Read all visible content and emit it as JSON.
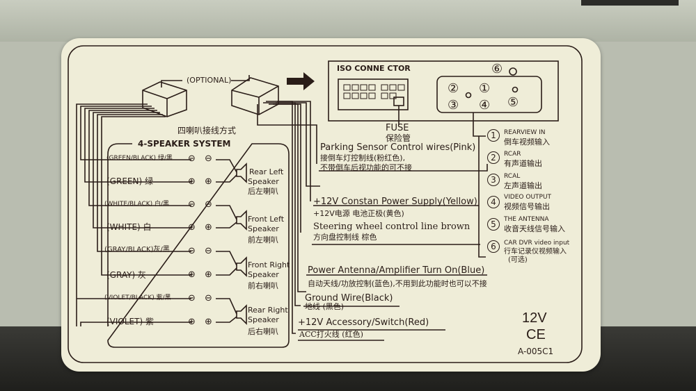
{
  "connectors": {
    "optional": "(OPTIONAL)",
    "iso": "ISO CONNE CTOR",
    "fuse_en": "FUSE",
    "fuse_cn": "保险管"
  },
  "speaker_system": {
    "title_cn": "四喇叭接线方式",
    "title_en": "4-SPEAKER SYSTEM",
    "wires": [
      "(GREEN/BLACK) 绿/黑",
      "(GREEN) 绿",
      "(WHITE/BLACK) 白/黑",
      "(WHITE) 白",
      "(GRAY/BLACK)灰/黑",
      "(GRAY) 灰",
      "(VIOLET/BLACK) 紫/黑",
      "(VIOLET) 紫"
    ],
    "minus": "⊖",
    "plus": "⊕",
    "speakers": [
      {
        "line1": "Rear Left",
        "line2": "Speaker",
        "cn": "后左喇叭"
      },
      {
        "line1": "Front Left",
        "line2": "Speaker",
        "cn": "前左喇叭"
      },
      {
        "line1": "Front Right",
        "line2": "Speaker",
        "cn": "前右喇叭"
      },
      {
        "line1": "Rear Right",
        "line2": "Speaker",
        "cn": "后右喇叭"
      }
    ]
  },
  "wires": {
    "parking_en": "Parking Sensor Control wires(Pink)",
    "parking_cn1": "接倒车灯控制线(粉红色),",
    "parking_cn2": "不带倒车后视功能的可不接",
    "power_en": "+12V Constan Power Supply(Yellow)",
    "power_cn": "+12V电源 电池正极(黄色)",
    "steering_en": "Steering wheel control line brown",
    "steering_cn": "方向盘控制线 棕色",
    "antenna_en": "Power Antenna/Amplifier Turn On(Blue)",
    "antenna_cn": "自动天线/功放控制(蓝色),不用到此功能时也可以不接",
    "ground_en": "Ground Wire(Black)",
    "ground_cn": "地线 (黑色)",
    "acc_en": "+12V Accessory/Switch(Red)",
    "acc_cn": "ACC打火线 (红色)"
  },
  "rca_panel": {
    "nums": [
      "①",
      "②",
      "③",
      "④",
      "⑤",
      "⑥"
    ]
  },
  "rca_legend": [
    {
      "num": "1",
      "en": "REARVIEW IN",
      "cn": "倒车视频输入"
    },
    {
      "num": "2",
      "en": "RCAR",
      "cn": "有声道输出"
    },
    {
      "num": "3",
      "en": "RCAL",
      "cn": "左声道输出"
    },
    {
      "num": "4",
      "en": "VIDEO OUTPUT",
      "cn": "视频信号输出"
    },
    {
      "num": "5",
      "en": "THE ANTENNA",
      "cn": "收音天线信号输入"
    },
    {
      "num": "6",
      "en": "CAR DVR video input",
      "cn": "行车记录仪视频输入",
      "cn2": "(可选)"
    }
  ],
  "rating": {
    "voltage": "12V",
    "mark": "CE",
    "model": "A-005C1"
  }
}
